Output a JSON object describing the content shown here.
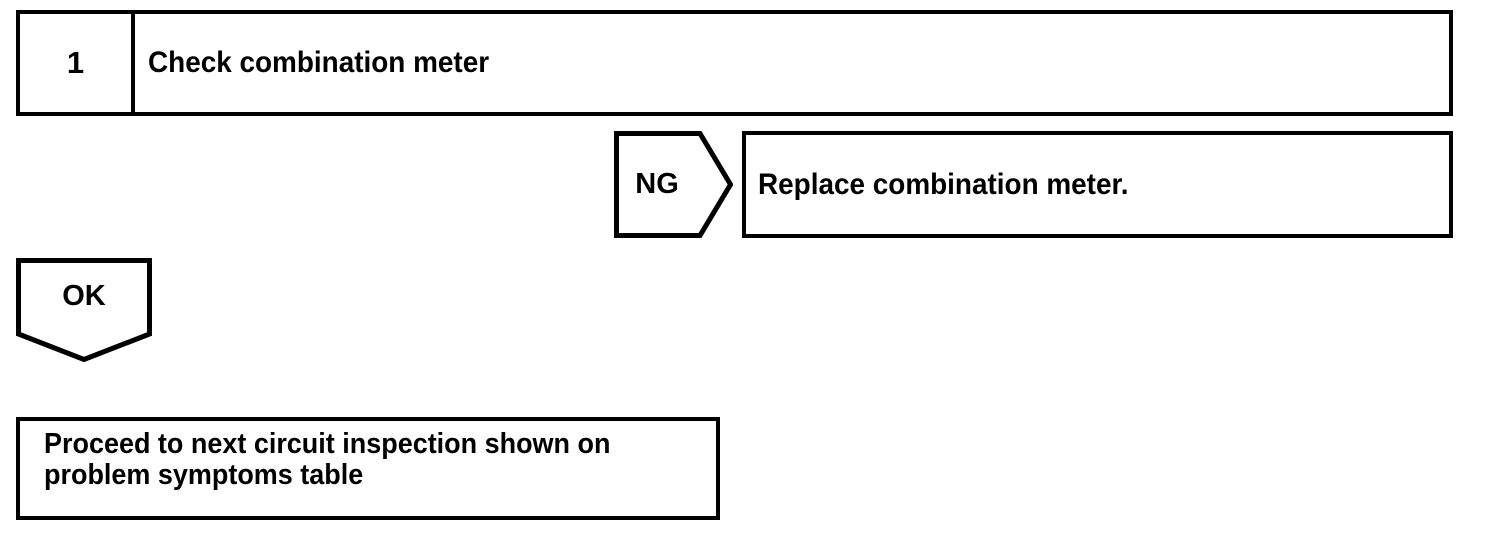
{
  "diagram": {
    "type": "troubleshooting-flowchart",
    "background_color": "#ffffff",
    "line_color": "#000000",
    "step": {
      "number": "1",
      "title": "Check combination meter"
    },
    "branches": [
      {
        "result_label": "NG",
        "shape": "pentagon-right",
        "action": "Replace combination meter."
      },
      {
        "result_label": "OK",
        "shape": "pentagon-down",
        "action": "Proceed to next circuit inspection shown on problem symptoms table"
      }
    ],
    "outcome": {
      "line1": "Proceed to next circuit inspection shown on",
      "line2": "problem symptoms table"
    }
  }
}
